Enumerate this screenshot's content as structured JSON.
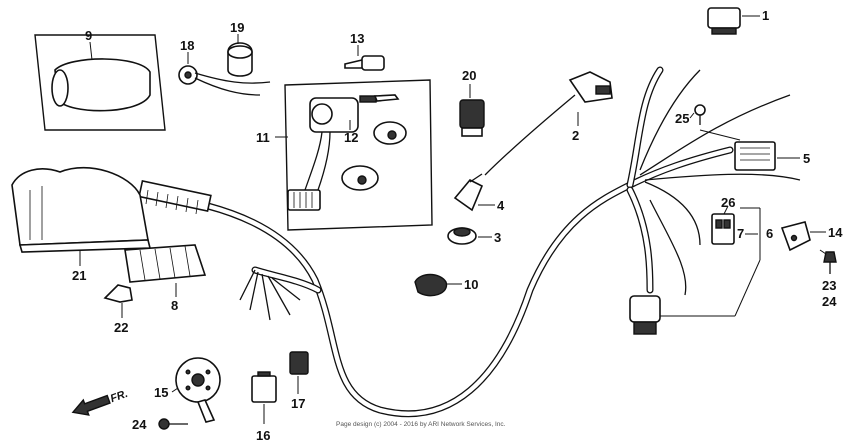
{
  "callouts": {
    "c1": "1",
    "c2": "2",
    "c3": "3",
    "c4": "4",
    "c5": "5",
    "c6": "6",
    "c7": "7",
    "c8": "8",
    "c9": "9",
    "c10": "10",
    "c11": "11",
    "c12": "12",
    "c13": "13",
    "c14": "14",
    "c15": "15",
    "c16": "16",
    "c17": "17",
    "c18": "18",
    "c19": "19",
    "c20": "20",
    "c21": "21",
    "c22": "22",
    "c23": "23",
    "c24a": "24",
    "c24b": "24",
    "c25": "25",
    "c26": "26"
  },
  "direction_mark": "FR.",
  "copyright": "Page design (c) 2004 - 2016 by ARI Network Services, Inc."
}
